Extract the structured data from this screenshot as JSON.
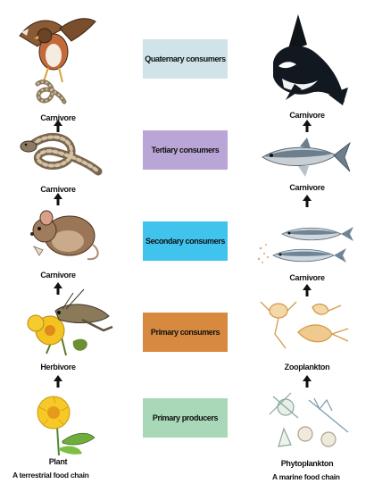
{
  "levels": [
    {
      "label": "Quaternary consumers",
      "color": "#cfe3e9"
    },
    {
      "label": "Tertiary consumers",
      "color": "#b9a6d6"
    },
    {
      "label": "Secondary consumers",
      "color": "#40c4ee"
    },
    {
      "label": "Primary consumers",
      "color": "#d7893f"
    },
    {
      "label": "Primary producers",
      "color": "#a8d8b8"
    }
  ],
  "terrestrial": {
    "labels": [
      "Carnivore",
      "Carnivore",
      "Carnivore",
      "Herbivore",
      "Plant"
    ],
    "caption": "A terrestrial food chain"
  },
  "marine": {
    "labels": [
      "Carnivore",
      "Carnivore",
      "Carnivore",
      "Zooplankton",
      "Phytoplankton"
    ],
    "caption": "A marine food chain"
  }
}
